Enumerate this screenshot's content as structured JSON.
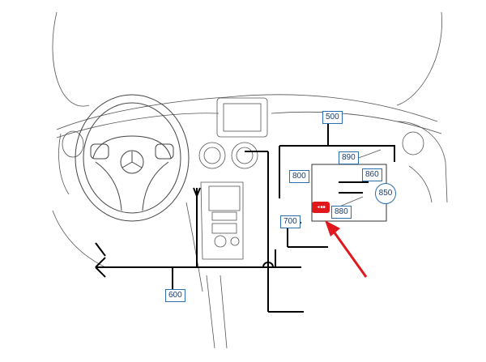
{
  "labels": {
    "l500": "500",
    "l600": "600",
    "l700": "700",
    "l800": "800",
    "l850": "850",
    "l860": "860",
    "l880": "880",
    "l890": "890"
  },
  "tag_text": "◄■■",
  "colors": {
    "line": "#333333",
    "label_border": "#2c6fb0",
    "arrow": "#e0171b"
  },
  "icons": {
    "steering_logo": "three-pointed-star-icon"
  }
}
